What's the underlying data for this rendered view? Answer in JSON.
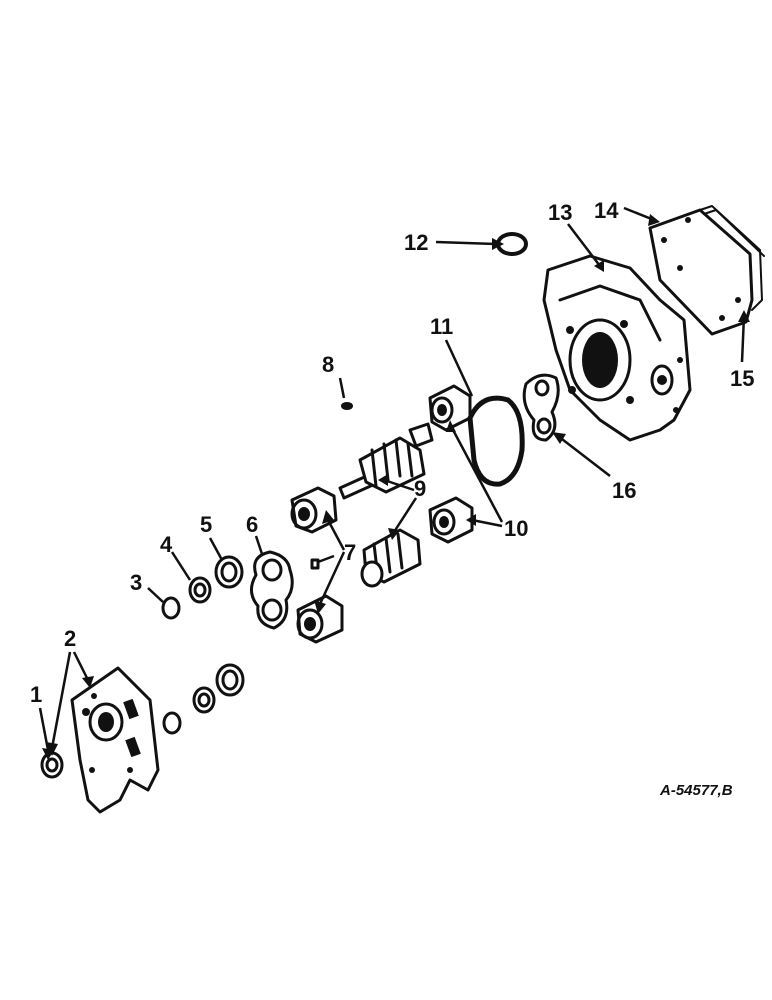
{
  "diagram": {
    "reference_code": "A-54577,B",
    "parts": [
      {
        "id": "1",
        "label": "1"
      },
      {
        "id": "2",
        "label": "2"
      },
      {
        "id": "3",
        "label": "3"
      },
      {
        "id": "4",
        "label": "4"
      },
      {
        "id": "5",
        "label": "5"
      },
      {
        "id": "6",
        "label": "6"
      },
      {
        "id": "7",
        "label": "7"
      },
      {
        "id": "8",
        "label": "8"
      },
      {
        "id": "9",
        "label": "9"
      },
      {
        "id": "10",
        "label": "10"
      },
      {
        "id": "11",
        "label": "11"
      },
      {
        "id": "12",
        "label": "12"
      },
      {
        "id": "13",
        "label": "13"
      },
      {
        "id": "14",
        "label": "14"
      },
      {
        "id": "15",
        "label": "15"
      },
      {
        "id": "16",
        "label": "16"
      }
    ]
  }
}
